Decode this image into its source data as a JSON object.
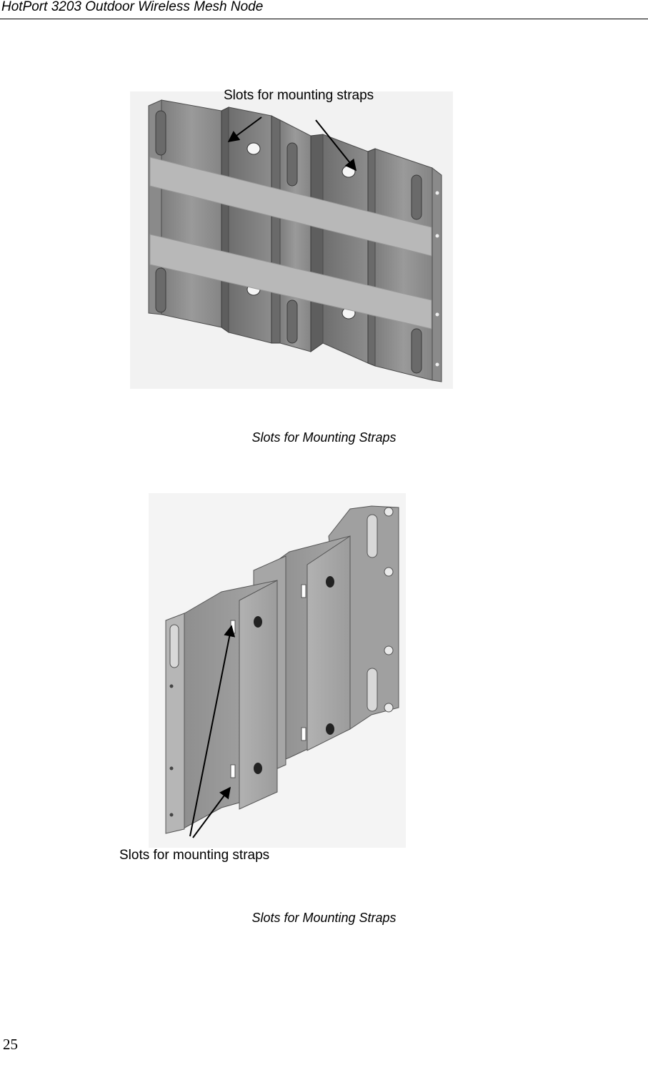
{
  "header": {
    "title": "HotPort 3203 Outdoor Wireless Mesh Node"
  },
  "figure1": {
    "callout": "Slots for mounting straps",
    "caption": "Slots for Mounting Straps"
  },
  "figure2": {
    "callout": "Slots for mounting straps",
    "caption": "Slots for Mounting Straps"
  },
  "footer": {
    "page_number": "25"
  }
}
